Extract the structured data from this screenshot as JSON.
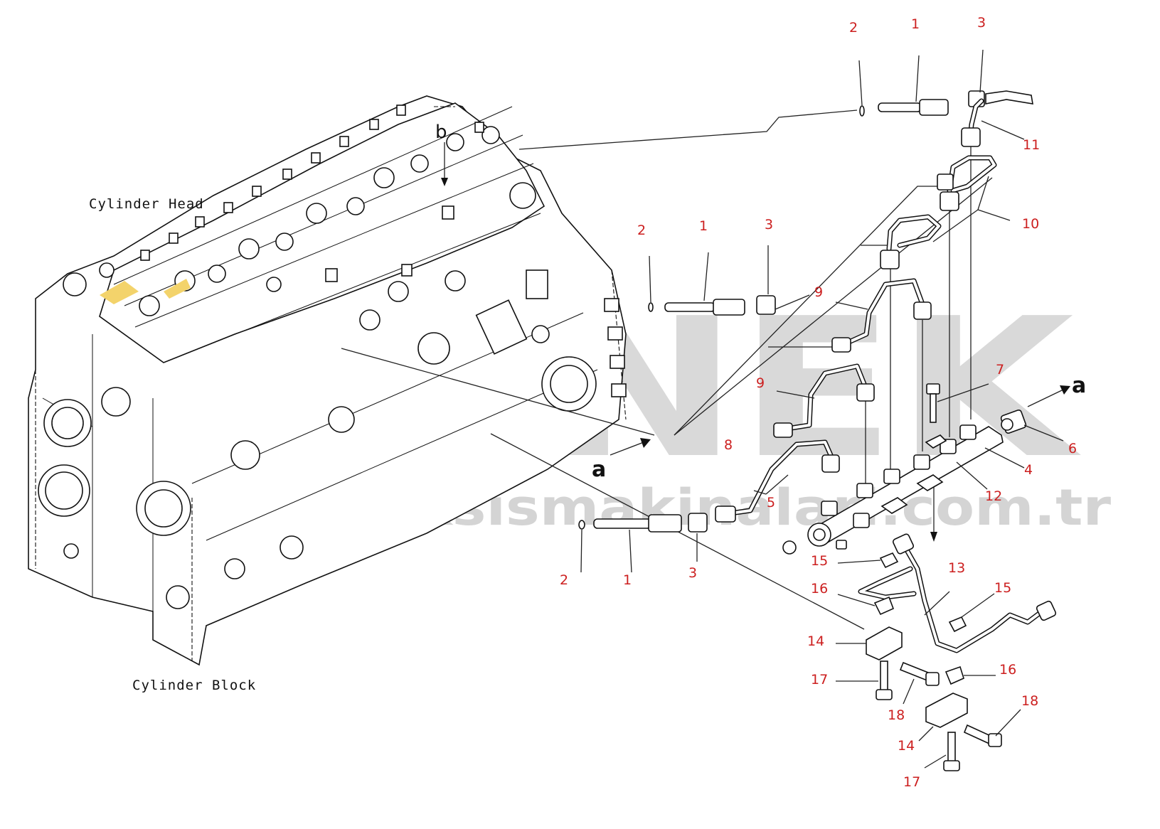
{
  "watermark": {
    "brand": "CERNEK",
    "url": "www.cerneksismakinalari.com.tr"
  },
  "labels": {
    "cylinder_head": "Cylinder Head",
    "cylinder_block": "Cylinder Block",
    "view_a_left": "a",
    "view_a_right": "a",
    "view_b": "b"
  },
  "callouts": {
    "top_2": "2",
    "top_1": "1",
    "top_3": "3",
    "top_11": "11",
    "top_10": "10",
    "mid_2": "2",
    "mid_1": "1",
    "mid_3": "3",
    "p9a": "9",
    "p9b": "9",
    "p7": "7",
    "p8": "8",
    "p6": "6",
    "p4": "4",
    "p5": "5",
    "p12": "12",
    "bot_2": "2",
    "bot_1": "1",
    "bot_3": "3",
    "p15a": "15",
    "p13": "13",
    "p16a": "16",
    "p15b": "15",
    "p14a": "14",
    "p16b": "16",
    "p17a": "17",
    "p18a": "18",
    "p18b": "18",
    "p14b": "14",
    "p17b": "17"
  },
  "colors": {
    "callout": "#cc1f1f",
    "line": "#111111",
    "watermark": "#d9d9d9",
    "highlight": "#f3d36b"
  }
}
